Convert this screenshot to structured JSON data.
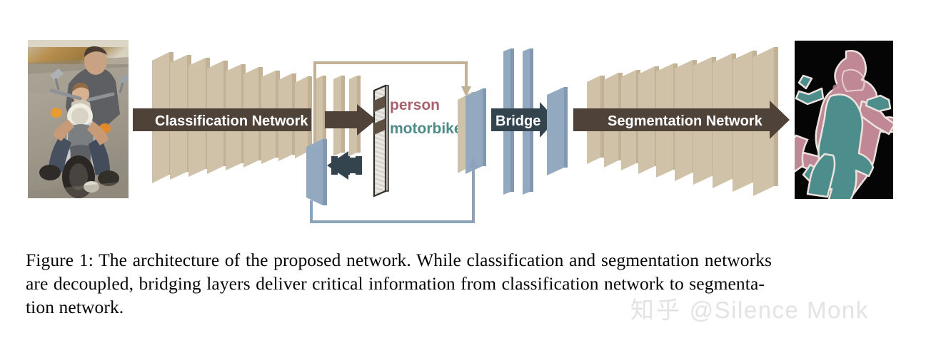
{
  "figure": {
    "title_implicit": "Decoupled classification / segmentation network architecture",
    "input_image": {
      "name": "input-photo",
      "alt": "Photograph of a man and a child riding a motorbike on a road",
      "bg": "#9a958c"
    },
    "output_image": {
      "name": "segmentation-output",
      "alt": "Segmentation mask: person in rose, motorbike in teal on black background",
      "bg": "#050505",
      "person_color": "#c08894",
      "motorbike_color": "#4d8e8d"
    },
    "stages": [
      {
        "id": "classification",
        "label": "Classification Network",
        "bar_color": "#4f4238",
        "text_color": "#ffffff"
      },
      {
        "id": "bridge",
        "label": "Bridge",
        "bar_color": "#33444f",
        "text_color": "#ffffff"
      },
      {
        "id": "segmentation",
        "label": "Segmentation Network",
        "bar_color": "#4f4238",
        "text_color": "#ffffff"
      }
    ],
    "class_labels": [
      {
        "text": "person",
        "color": "#a8616f"
      },
      {
        "text": "motorbike",
        "color": "#4d8b86"
      }
    ],
    "colors": {
      "slab_tan": "#c2b194",
      "slab_tan_light": "#cfc2a9",
      "slab_blue": "#93a9c0",
      "slab_blue_dark": "#8098b2",
      "arrow_brown": "#4f4238",
      "arrow_slate": "#33444f",
      "route_tan": "#c2b194",
      "route_blue": "#8ba3bb",
      "activation_dark": "#5e4f43",
      "activation_light": "#e6e4e0"
    },
    "class_score_bar": {
      "name": "class-score-column",
      "cells": [
        "inactive",
        "active",
        "inactive",
        "active",
        "inactive",
        "inactive",
        "inactive",
        "inactive",
        "inactive",
        "inactive"
      ]
    },
    "classification_slabs": 11,
    "segmentation_slabs": 11,
    "bridge_slabs": 2,
    "deconv_dashes": 3
  },
  "caption": {
    "lines": [
      "Figure 1: The architecture of the proposed network. While classification and segmentation networks",
      "are decoupled, bridging layers deliver critical information from classification network to segmenta-",
      "tion network."
    ]
  },
  "watermark": {
    "zhihu": "知乎",
    "handle": "@Silence Monk"
  }
}
